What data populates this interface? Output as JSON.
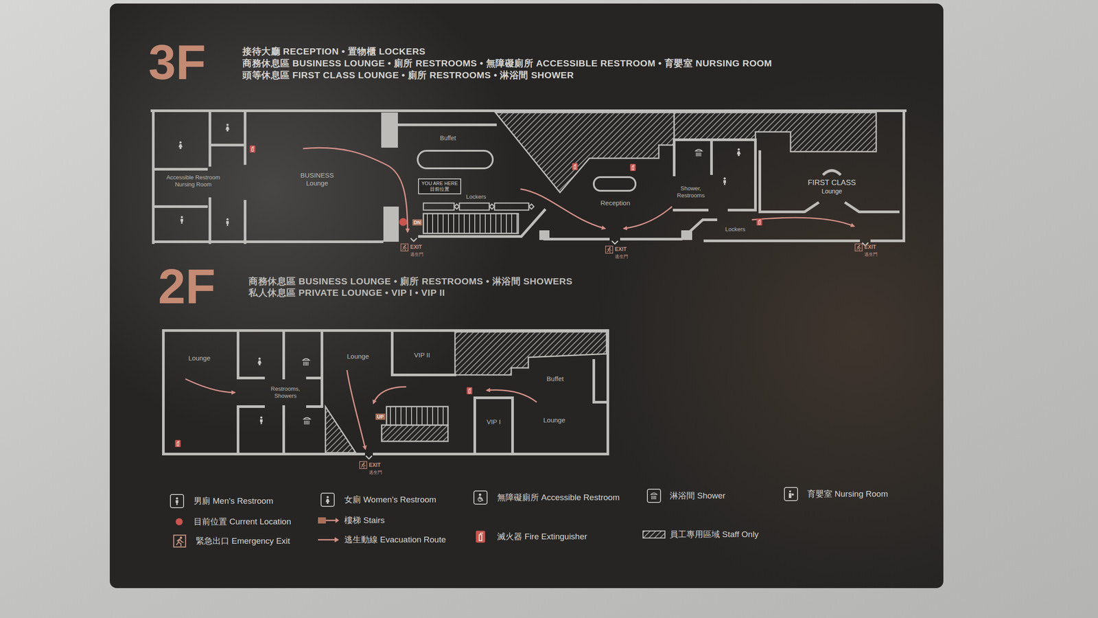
{
  "diagram": {
    "nodes": [
      {
        "text": [
          "Accessible Restroom",
          "Nursing Room"
        ]
      },
      {
        "text": [
          "BUSINESS Lounge"
        ]
      },
      {
        "text": [
          "YOU ARE HERE",
          "目前位置"
        ]
      },
      {
        "text": [
          "Lockers"
        ]
      },
      {
        "text": [
          "Reception"
        ]
      },
      {
        "text": [
          "Shower, Restrooms"
        ]
      },
      {
        "text": [
          "Lockers"
        ]
      },
      {
        "text": [
          "FIRST CLASS",
          "Lounge"
        ]
      },
      {
        "text": [
          "Lounge"
        ]
      },
      {
        "text": [
          "Restrooms, Showers"
        ]
      },
      {
        "text": [
          "Lounge"
        ]
      },
      {
        "text": [
          "VIP II"
        ]
      },
      {
        "text": [
          "Buffet"
        ]
      },
      {
        "text": [
          "VIP I"
        ]
      },
      {
        "text": [
          "Lounge"
        ]
      }
    ],
    "labels": [
      "3F",
      "接待大廳 RECEPTION • 置物櫃 LOCKERS",
      "商務休息區 BUSINESS LOUNGE • 廁所 RESTROOMS • 無障礙廁所 ACCESSIBLE RESTROOM • 育嬰室 NURSING ROOM",
      "頭等休息區 FIRST CLASS LOUNGE • 廁所 RESTROOMS • 淋浴間 SHOWER",
      "Buffet",
      "DN",
      "EXIT",
      "逃生門",
      "EXIT",
      "逃生門",
      "EXIT",
      "逃生門",
      "2F",
      "商務休息區 BUSINESS LOUNGE • 廁所 RESTROOMS • 淋浴間 SHOWERS",
      "私人休息區 PRIVATE LOUNGE • VIP I • VIP II",
      "UP",
      "EXIT",
      "逃生門"
    ],
    "legend": [
      {
        "text": "男廁 Men's Restroom"
      },
      {
        "text": "女廁 Women's Restroom"
      },
      {
        "text": "無障礙廁所 Accessible Restroom"
      },
      {
        "text": "淋浴間 Shower"
      },
      {
        "text": "育嬰室 Nursing Room"
      },
      {
        "text": "目前位置 Current Location",
        "color": "#c9554f"
      },
      {
        "text": "樓梯 Stairs"
      },
      {
        "text": "緊急出口 Emergency Exit"
      },
      {
        "text": "逃生動線 Evacuation Route"
      },
      {
        "text": "滅火器 Fire Extinguisher"
      },
      {
        "text": "員工專用區域 Staff Only"
      }
    ]
  }
}
